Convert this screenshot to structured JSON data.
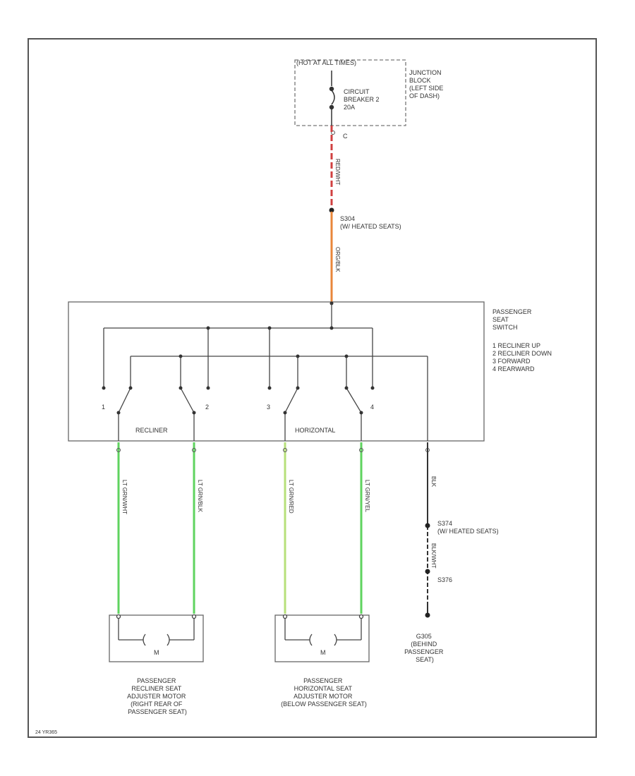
{
  "figure_id": "24 YR365",
  "breaker": {
    "header": "(HOT AT ALL TIMES)",
    "label": [
      "CIRCUIT",
      "BREAKER 2",
      "20A"
    ],
    "pin": "C"
  },
  "junction_block": [
    "JUNCTION",
    "BLOCK",
    "(LEFT SIDE",
    "OF DASH)"
  ],
  "wires": {
    "red_wht": "RED/WHT",
    "org_blk": "ORG/BLK",
    "lt_grn_1": "LT GRN/WHT",
    "lt_grn_2": "LT GRN/BLK",
    "lt_grn_3": "LT GRN/RED",
    "lt_grn_4": "LT GRN/YEL",
    "blk": "BLK",
    "blk_wht": "BLK/WHT"
  },
  "splices": {
    "s304": [
      "S304",
      "(W/ HEATED SEATS)"
    ],
    "s374": [
      "S374",
      "(W/ HEATED SEATS)"
    ],
    "s376": "S376"
  },
  "switch": {
    "title": [
      "PASSENGER",
      "SEAT",
      "SWITCH"
    ],
    "legend": [
      "1 RECLINER UP",
      "2 RECLINER DOWN",
      "3 FORWARD",
      "4 REARWARD"
    ],
    "positions": [
      "1",
      "2",
      "3",
      "4"
    ],
    "recliner": "RECLINER",
    "horizontal": "HORIZONTAL"
  },
  "motors": {
    "symbol": "M",
    "recliner_label": [
      "PASSENGER",
      "RECLINER SEAT",
      "ADJUSTER MOTOR",
      "(RIGHT REAR OF",
      "PASSENGER SEAT)"
    ],
    "horizontal_label": [
      "PASSENGER",
      "HORIZONTAL SEAT",
      "ADJUSTER MOTOR",
      "(BELOW PASSENGER SEAT)"
    ]
  },
  "ground_label": [
    "G305",
    "(BEHIND",
    "PASSENGER",
    "SEAT)"
  ]
}
